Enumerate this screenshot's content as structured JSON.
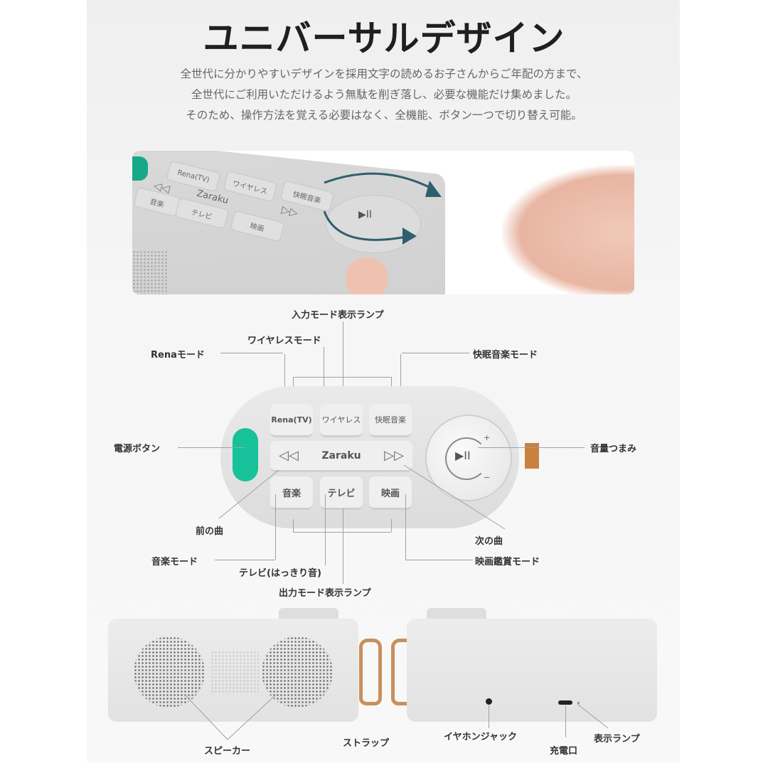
{
  "title": "ユニバーサルデザイン",
  "description": [
    "全世代に分かりやすいデザインを採用文字の読めるお子さんからご年配の方まで、",
    "全世代にご利用いただけるよう無駄を削ぎ落し、必要な機能だけ集めました。",
    "そのため、操作方法を覚える必要はなく、全機能、ボタン一つで切り替え可能。"
  ],
  "photo": {
    "buttons": [
      "Rena(TV)",
      "ワイヤレス",
      "快眠音楽",
      "音楽",
      "テレビ",
      "映画"
    ],
    "brand": "Zaraku"
  },
  "remote": {
    "brand": "Zaraku",
    "top_buttons": [
      "Rena(TV)",
      "ワイヤレス",
      "快眠音楽"
    ],
    "bottom_buttons": [
      "音楽",
      "テレビ",
      "映画"
    ],
    "prev_symbol": "◁◁",
    "next_symbol": "▷▷",
    "knob_symbol": "▶II",
    "knob_plus": "+",
    "knob_minus": "−"
  },
  "labels": {
    "input_lamp": "入力モード表示ランプ",
    "wireless_mode": "ワイヤレスモード",
    "rena_mode": "Renaモード",
    "sleep_music_mode": "快眠音楽モード",
    "power_button": "電源ボタン",
    "volume_knob": "音量つまみ",
    "prev_track": "前の曲",
    "next_track": "次の曲",
    "music_mode": "音楽モード",
    "tv_mode": "テレビ(はっきり音)",
    "movie_mode": "映画鑑賞モード",
    "output_lamp": "出力モード表示ランプ",
    "speaker": "スピーカー",
    "strap": "ストラップ",
    "earphone_jack": "イヤホンジャック",
    "charging_port": "充電口",
    "indicator_lamp": "表示ランプ"
  },
  "colors": {
    "power_green": "#17c29a",
    "strap_copper": "#c9813e",
    "arrow_teal": "#2f5f6e"
  }
}
